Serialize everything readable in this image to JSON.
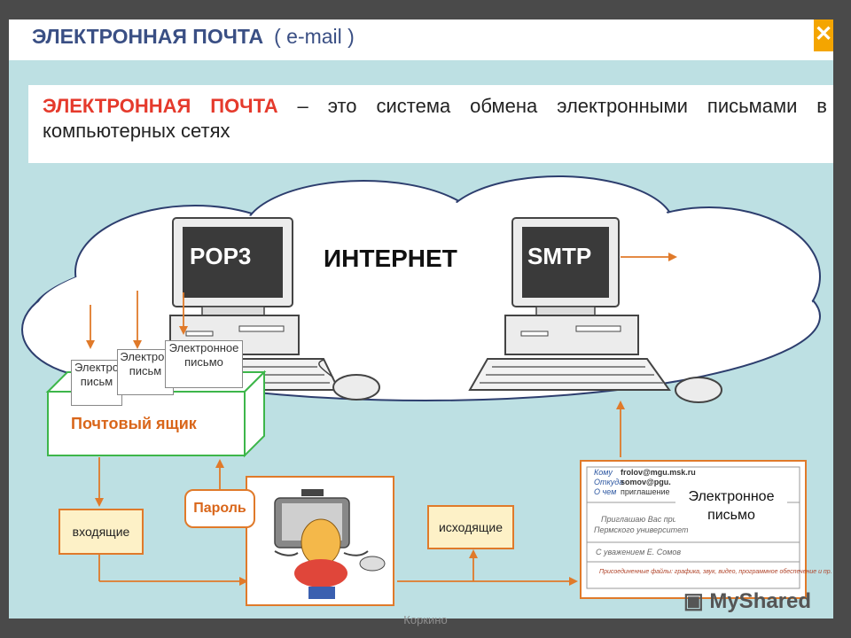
{
  "header": {
    "title": "ЭЛЕКТРОННАЯ ПОЧТА",
    "subtitle": "( e-mail )",
    "close_symbol": "✕"
  },
  "definition": {
    "term": "ЭЛЕКТРОННАЯ ПОЧТА",
    "text": " – это система обмена электронными письмами в компьютерных сетях"
  },
  "diagram": {
    "internet_label": "ИНТЕРНЕТ",
    "pop3_label": "POP3",
    "smtp_label": "SMTP",
    "letters": [
      {
        "line1": "Электро",
        "line2": "письм"
      },
      {
        "line1": "Электрон",
        "line2": "письм"
      },
      {
        "line1": "Электронное",
        "line2": "письмо"
      }
    ],
    "mailbox_label": "Почтовый ящик",
    "incoming_label": "входящие",
    "outgoing_label": "исходящие",
    "password_label": "Пароль",
    "letter_doc": {
      "title_line1": "Электронное",
      "title_line2": "письмо",
      "field_to": "Кому",
      "field_from": "Откуда",
      "field_subject": "О чем",
      "to_value": "frolov@mgu.msk.ru",
      "from_value": "somov@pgu.",
      "subject_value": "приглашение",
      "body_line1": "Приглашаю Вас прин",
      "body_line2": "Пермского университет",
      "signature": "С уважением  Е. Сомов",
      "attachments": "Присоединенные файлы: графика, звук, видео, программное обеспечение и пр."
    }
  },
  "footer": {
    "text": "Коркино"
  },
  "watermark": {
    "text": "MyShared"
  },
  "colors": {
    "title": "#3a4f84",
    "term": "#e53a2c",
    "accent": "#e07a2a",
    "mailbox_border": "#3db64a",
    "background": "#bde0e3"
  }
}
